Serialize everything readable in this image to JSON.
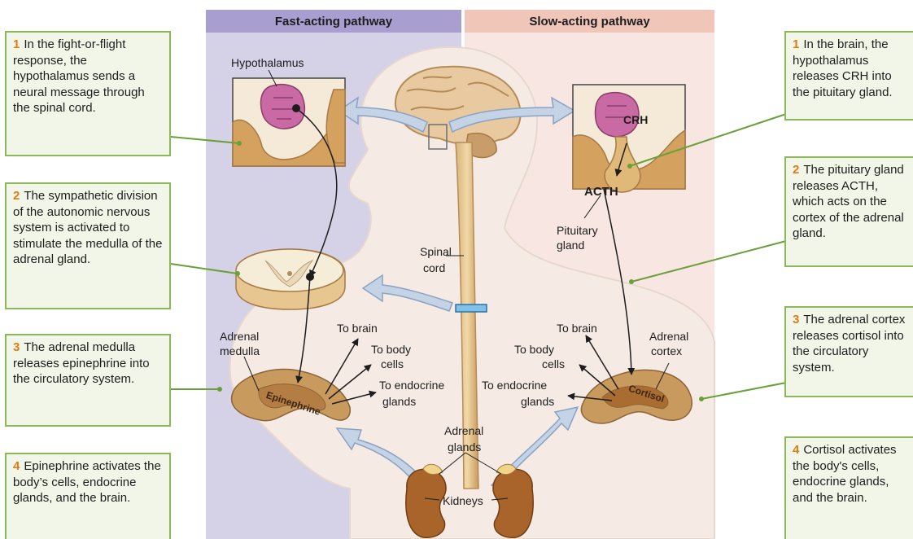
{
  "headers": {
    "fast": "Fast-acting pathway",
    "slow": "Slow-acting pathway"
  },
  "colors": {
    "fast_panel": "#d5d1e6",
    "fast_header": "#a99ed0",
    "slow_panel": "#f7e6e1",
    "slow_header": "#efc6b8",
    "callout_border": "#8cb85a",
    "callout_fill": "#f1f6e8",
    "step_number": "#e07b16",
    "leader_line": "#6aa03a",
    "arrow_fill": "#c4d3e6",
    "gland_tan": "#c79a5c"
  },
  "left_callouts": [
    {
      "num": "1",
      "text": "In the fight-or-flight response, the hypothalamus sends a neural message through the spinal cord."
    },
    {
      "num": "2",
      "text": "The sympathetic division of the autonomic nervous system is activated to stimulate the medulla of the  adrenal gland."
    },
    {
      "num": "3",
      "text": "The adrenal medulla releases epinephrine into the circulatory system."
    },
    {
      "num": "4",
      "text": "Epinephrine activates the body’s cells, endocrine glands, and the brain."
    }
  ],
  "right_callouts": [
    {
      "num": "1",
      "text": "In the brain, the hypothalamus releases CRH into the pituitary gland."
    },
    {
      "num": "2",
      "text": "The pituitary gland releases ACTH, which acts on the cortex of the adrenal gland."
    },
    {
      "num": "3",
      "text": "The adrenal cortex releases cortisol into the circulatory system."
    },
    {
      "num": "4",
      "text": "Cortisol activates the body's cells, endocrine glands, and the brain."
    }
  ],
  "labels": {
    "hypothalamus": "Hypothalamus",
    "crh": "CRH",
    "acth": "ACTH",
    "pituitary_1": "Pituitary",
    "pituitary_2": "gland",
    "spinal_1": "Spinal",
    "spinal_2": "cord",
    "adrenal_medulla_1": "Adrenal",
    "adrenal_medulla_2": "medulla",
    "adrenal_cortex_1": "Adrenal",
    "adrenal_cortex_2": "cortex",
    "epinephrine": "Epinephrine",
    "cortisol": "Cortisol",
    "adrenal_glands_1": "Adrenal",
    "adrenal_glands_2": "glands",
    "kidneys": "Kidneys",
    "left_to_brain": "To brain",
    "left_to_body_1": "To body",
    "left_to_body_2": "cells",
    "left_to_endocrine_1": "To endocrine",
    "left_to_endocrine_2": "glands",
    "right_to_brain": "To brain",
    "right_to_body_1": "To body",
    "right_to_body_2": "cells",
    "right_to_endocrine_1": "To endocrine",
    "right_to_endocrine_2": "glands"
  },
  "icons": [
    "brain-illustration",
    "spinal-cord-cross-section-icon",
    "hypothalamus-inset-icon",
    "pituitary-inset-icon",
    "adrenal-gland-medulla-icon",
    "adrenal-gland-cortex-icon",
    "kidney-icon",
    "flow-arrow-icon"
  ]
}
